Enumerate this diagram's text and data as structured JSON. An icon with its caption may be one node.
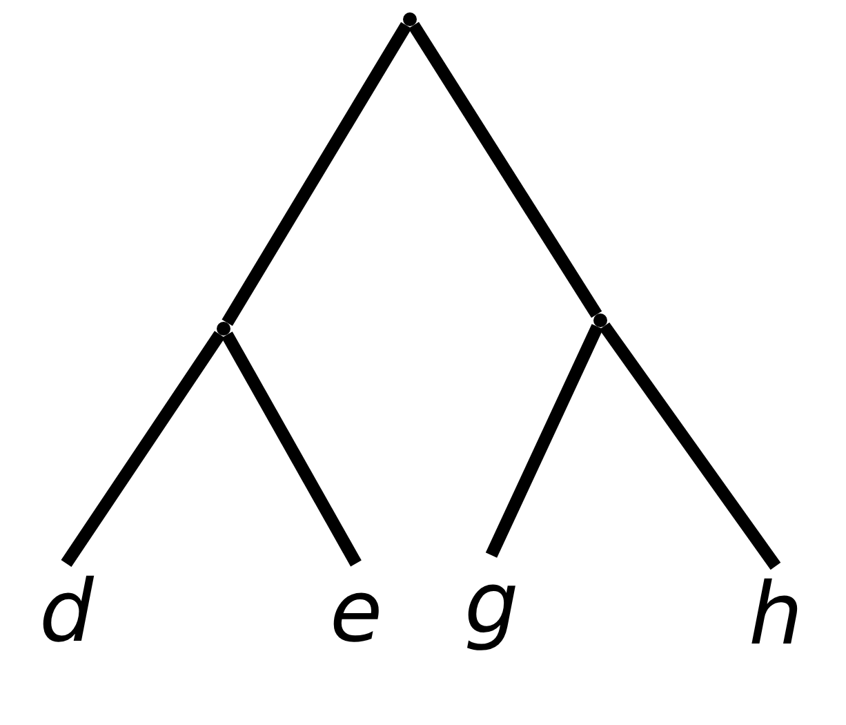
{
  "diagram": {
    "nodes": [
      {
        "text": [],
        "shape": "point"
      },
      {
        "text": [],
        "shape": "point"
      },
      {
        "text": [],
        "shape": "point"
      },
      {
        "text": [
          "d"
        ]
      },
      {
        "text": [
          "e"
        ]
      },
      {
        "text": [
          "g"
        ]
      },
      {
        "text": [
          "h"
        ]
      }
    ],
    "edges": [
      {
        "from": 0,
        "to": 1,
        "arrow": "none"
      },
      {
        "from": 0,
        "to": 2,
        "arrow": "none"
      },
      {
        "from": 1,
        "to": 3,
        "arrow": "none"
      },
      {
        "from": 1,
        "to": 4,
        "arrow": "none"
      },
      {
        "from": 2,
        "to": 5,
        "arrow": "none"
      },
      {
        "from": 2,
        "to": 6,
        "arrow": "none"
      }
    ]
  }
}
